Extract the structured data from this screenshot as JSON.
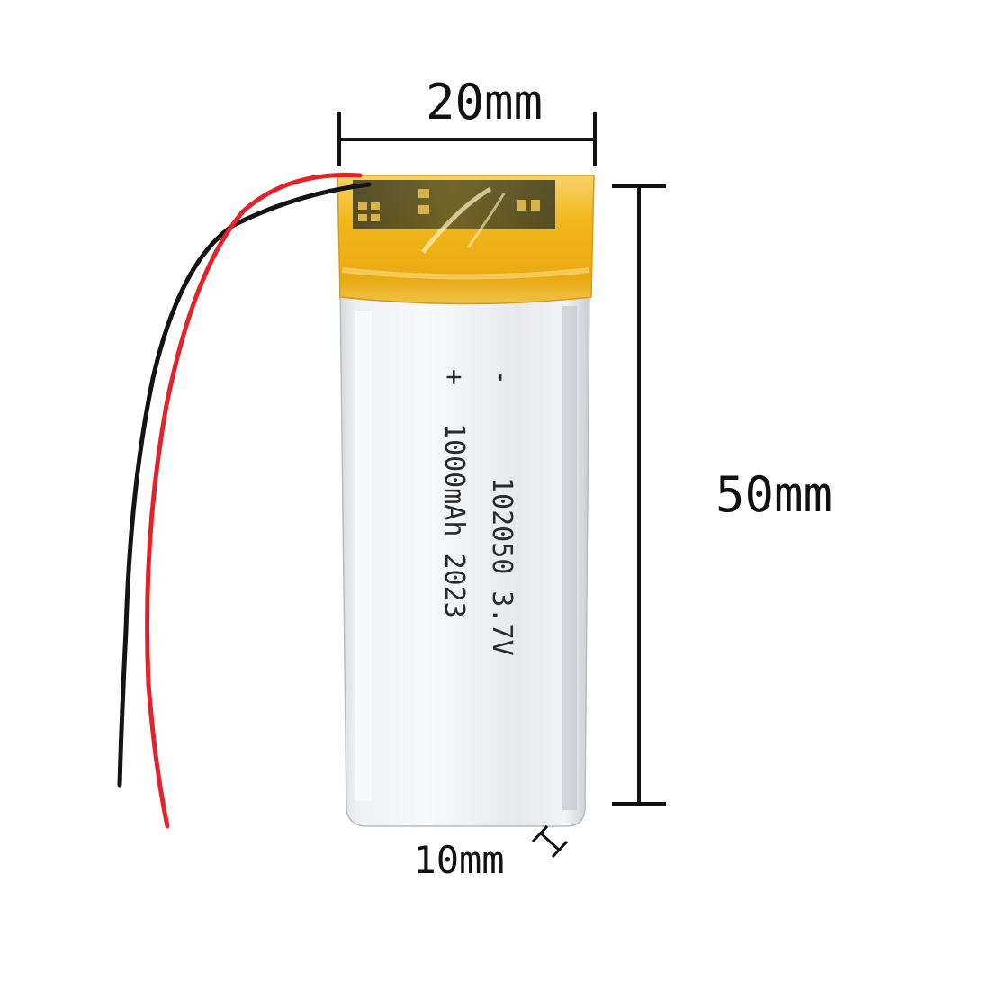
{
  "dimensions": {
    "width_label": "20mm",
    "height_label": "50mm",
    "thickness_label": "10mm"
  },
  "battery": {
    "negative_symbol": "-",
    "positive_symbol": "+",
    "line1": "102050 3.7V",
    "line2": "1000mAh 2023"
  },
  "colors": {
    "wire_red": "#e4222a",
    "wire_black": "#141414",
    "kapton_tape": "#f2b71c",
    "cell_body": "#e9ebee",
    "dimension_line": "#111111"
  }
}
